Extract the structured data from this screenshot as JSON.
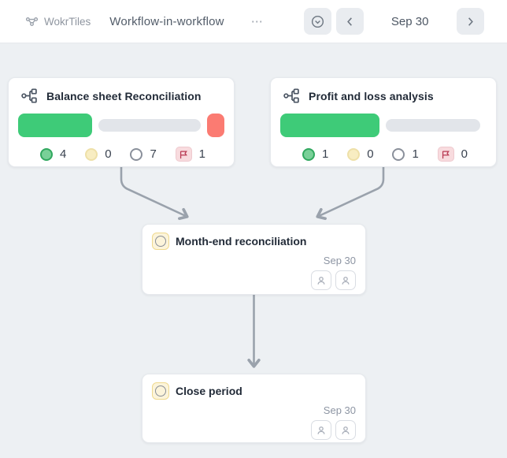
{
  "header": {
    "brand": "WokrTiles",
    "title": "Workflow-in-workflow",
    "menu_ellipsis": "⋯",
    "date_label": "Sep 30"
  },
  "icons": {
    "brand": "network-nodes",
    "collapse": "circle-chevron-down",
    "prev": "chevron-left",
    "next": "chevron-right",
    "workflow_node": "sitemap",
    "task_status": "open-circle-on-yellow-tile",
    "flag": "flag-outline",
    "assignee": "person-outline"
  },
  "colors": {
    "canvas_bg": "#edf0f3",
    "header_bg": "#ffffff",
    "progress_green": "#3ecb78",
    "progress_track": "#e2e5ea",
    "progress_red": "#fb7b72",
    "dot_done": "#79d098",
    "dot_in_progress": "#f8edc2",
    "flag_badge_bg": "#f8dbde",
    "flag_red": "#b93b53",
    "arrow": "#9aa2ac"
  },
  "nodes": {
    "workflow1": {
      "title": "Balance sheet Reconciliation",
      "progress": {
        "done_pct": 36,
        "has_red": true
      },
      "stats": {
        "done": "4",
        "in_progress": "0",
        "todo": "7",
        "flagged": "1"
      }
    },
    "workflow2": {
      "title": "Profit and loss analysis",
      "progress": {
        "done_pct": 48,
        "has_red": false
      },
      "stats": {
        "done": "1",
        "in_progress": "0",
        "todo": "1",
        "flagged": "0"
      }
    },
    "task1": {
      "title": "Month-end reconciliation",
      "date": "Sep 30"
    },
    "task2": {
      "title": "Close period",
      "date": "Sep 30"
    }
  }
}
